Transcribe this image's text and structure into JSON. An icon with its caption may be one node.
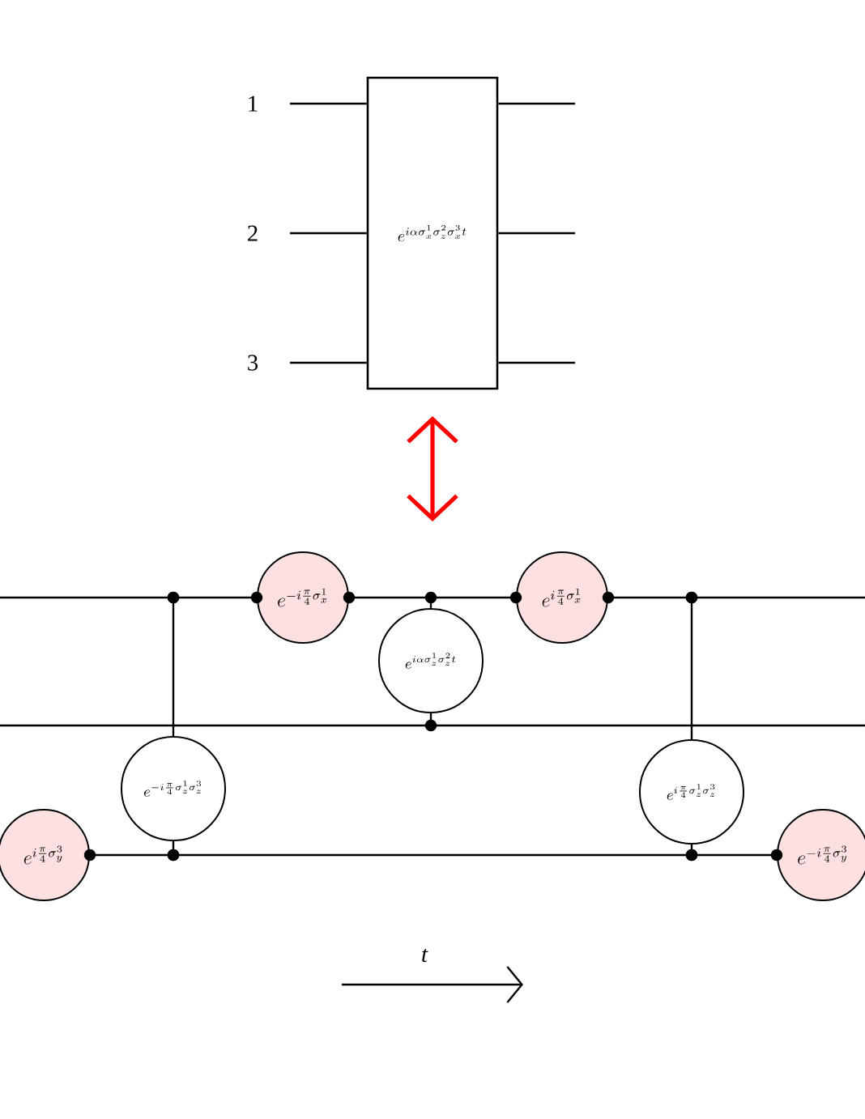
{
  "diagram": {
    "nodes": [
      {
        "text": [
          "e^{i\\alpha\\sigma_x^1\\sigma_z^2\\sigma_x^3t}"
        ]
      },
      {
        "text": [
          "e^{-i\\frac{\\pi}{4}\\sigma_x^1}"
        ]
      },
      {
        "text": [
          "e^{i\\frac{\\pi}{4}\\sigma_x^1}"
        ]
      },
      {
        "text": [
          "e^{i\\alpha\\sigma_z^1\\sigma_z^2t}"
        ]
      },
      {
        "text": [
          "e^{-i\\frac{\\pi}{4}\\sigma_z^1\\sigma_z^3}"
        ]
      },
      {
        "text": [
          "e^{i\\frac{\\pi}{4}\\sigma_z^1\\sigma_z^3}"
        ]
      },
      {
        "text": [
          "e^{i\\frac{\\pi}{4}\\sigma_y^3}"
        ]
      },
      {
        "text": [
          "e^{-i\\frac{\\pi}{4}\\sigma_y^3}"
        ]
      }
    ],
    "edges": [
      {
        "from": null,
        "to": 0,
        "arrow": "none"
      },
      {
        "from": null,
        "to": 0,
        "arrow": "none"
      },
      {
        "from": null,
        "to": 0,
        "arrow": "none"
      },
      {
        "from": 0,
        "to": null,
        "arrow": "none"
      },
      {
        "from": 0,
        "to": null,
        "arrow": "none"
      },
      {
        "from": 0,
        "to": null,
        "arrow": "none"
      },
      {
        "from": null,
        "to": 1,
        "arrow": "other"
      },
      {
        "from": 1,
        "to": 2,
        "arrow": "other"
      },
      {
        "from": 2,
        "to": null,
        "arrow": "other"
      },
      {
        "from": 3,
        "to": null,
        "arrow": "other"
      },
      {
        "from": 3,
        "to": null,
        "arrow": "other"
      },
      {
        "from": 4,
        "to": null,
        "arrow": "other"
      },
      {
        "from": 4,
        "to": null,
        "arrow": "other"
      },
      {
        "from": 5,
        "to": null,
        "arrow": "other"
      },
      {
        "from": 5,
        "to": null,
        "arrow": "other"
      },
      {
        "from": 6,
        "to": 7,
        "arrow": "other"
      }
    ],
    "labels": [
      "1",
      "2",
      "3",
      "t"
    ]
  }
}
